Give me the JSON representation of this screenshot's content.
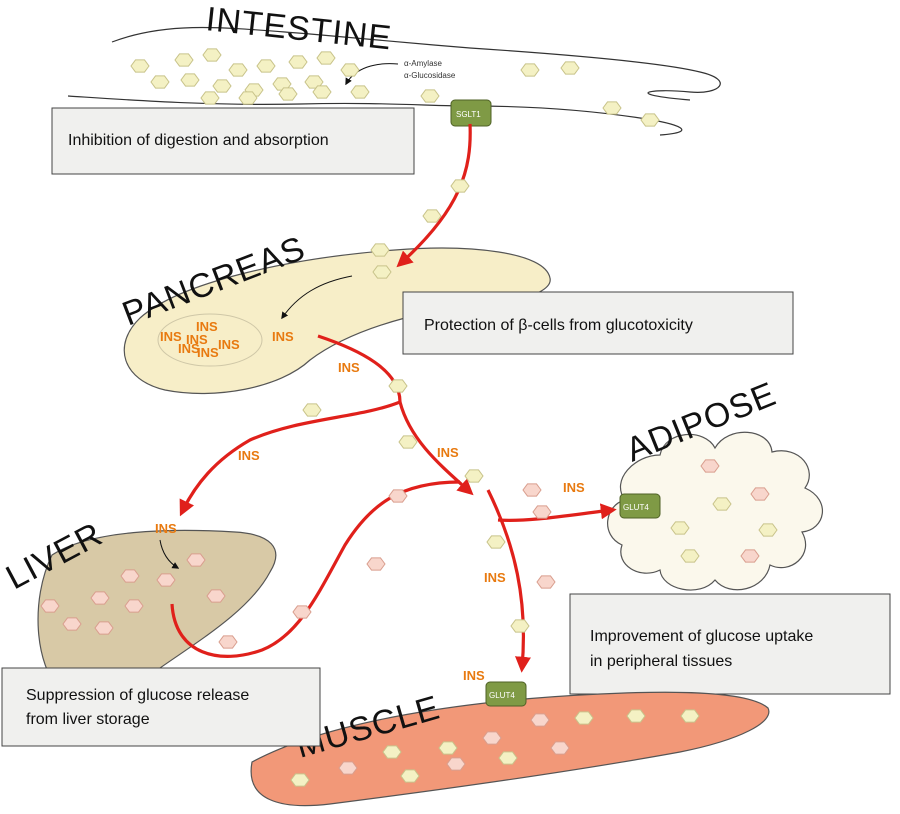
{
  "organs": {
    "intestine": "INTESTINE",
    "pancreas": "PANCREAS",
    "liver": "LIVER",
    "adipose": "ADIPOSE",
    "muscle": "MUSCLE"
  },
  "enzymes": {
    "amylase": "α-Amylase",
    "glucosidase": "α-Glucosidase"
  },
  "transporters": {
    "sglt1": "SGLT1",
    "glut4_adipose": "GLUT4",
    "glut4_muscle": "GLUT4"
  },
  "insulin": "INS",
  "boxes": {
    "intestine": "Inhibition of digestion and absorption",
    "pancreas": "Protection of β-cells from glucotoxicity",
    "peripheral_line1": "Improvement of glucose uptake",
    "peripheral_line2": "in peripheral tissues",
    "liver_line1": "Suppression of glucose release",
    "liver_line2": "from liver storage"
  },
  "colors": {
    "arrow": "#e0201b",
    "insulin_text": "#e87a10",
    "transporter": "#7f9a45",
    "pancreas_fill": "#f7eec8",
    "liver_fill": "#d8c9a6",
    "adipose_fill": "#fbf8ec",
    "muscle_fill": "#f29878",
    "box_fill": "#f0f0ee",
    "glucose_yellow": "#f4f1c4",
    "glucose_pink": "#f8d6cc"
  }
}
